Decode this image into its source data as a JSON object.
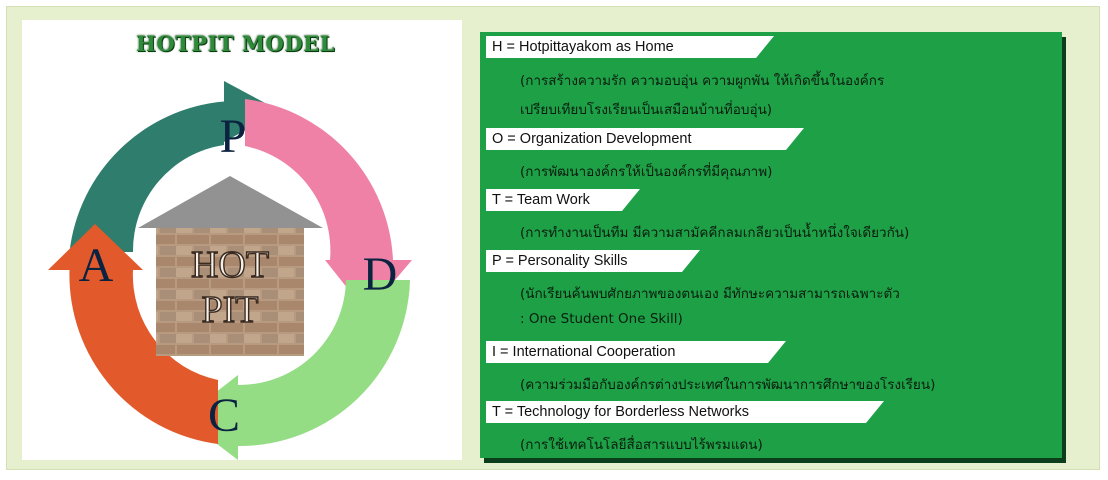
{
  "model": {
    "title": "HOTPIT MODEL",
    "cycle": {
      "letters": {
        "top": "P",
        "right": "D",
        "bottom": "C",
        "left": "A"
      },
      "house_text": [
        "HOT",
        "PIT"
      ],
      "colors": {
        "P": "#2f7d6c",
        "D": "#ef81a7",
        "C": "#95dd84",
        "A": "#e25a2b",
        "roof": "#909090",
        "brick": "#b2947a"
      }
    }
  },
  "items": [
    {
      "label": "H = Hotpittayakom as Home",
      "desc": [
        "(การสร้างความรัก ความอบอุ่น ความผูกพัน ให้เกิดขึ้นในองค์กร",
        "เปรียบเทียบโรงเรียนเป็นเสมือนบ้านที่อบอุ่น)"
      ]
    },
    {
      "label": "O = Organization Development",
      "desc": [
        "(การพัฒนาองค์กรให้เป็นองค์กรที่มีคุณภาพ)"
      ]
    },
    {
      "label": "T = Team Work",
      "desc": [
        "(การทำงานเป็นทีม มีความสามัคคีกลมเกลียวเป็นน้ำหนึ่งใจเดียวกัน)"
      ]
    },
    {
      "label": "P = Personality Skills",
      "desc": [
        "(นักเรียนค้นพบศักยภาพของตนเอง มีทักษะความสามารถเฉพาะตัว",
        ": One Student One Skill)"
      ]
    },
    {
      "label": "I = International Cooperation",
      "desc": [
        "(ความร่วมมือกับองค์กรต่างประเทศในการพัฒนาการศึกษาของโรงเรียน)"
      ]
    },
    {
      "label": "T = Technology for Borderless Networks",
      "desc": [
        "(การใช้เทคโนโลยีสื่อสารแบบไร้พรมแดน)"
      ]
    }
  ],
  "colors": {
    "panel_green": "#1ea047",
    "banner": "#ffffff",
    "background": "#e6f0cf"
  }
}
